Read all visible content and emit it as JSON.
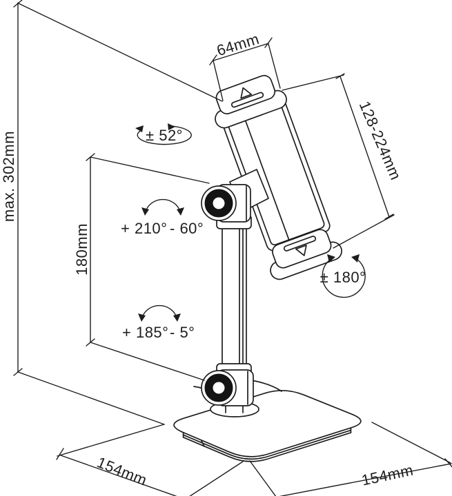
{
  "drawing": {
    "subject": "tablet-phone-desk-stand dimension diagram",
    "labels": {
      "max_height": "max. 302mm",
      "holder_width": "64mm",
      "device_range": "128-224mm",
      "column_height": "180mm",
      "base_width": "154mm",
      "base_depth": "154mm",
      "holder_tilt": "± 52°",
      "upper_joint_plus": "+ 210°",
      "upper_joint_minus": "- 60°",
      "lower_joint_plus": "+ 185°",
      "lower_joint_minus": "- 5°",
      "holder_swivel": "± 180°"
    },
    "colors": {
      "line": "#1d1d1d",
      "background": "#ffffff",
      "joint_ring": "#141414"
    }
  }
}
